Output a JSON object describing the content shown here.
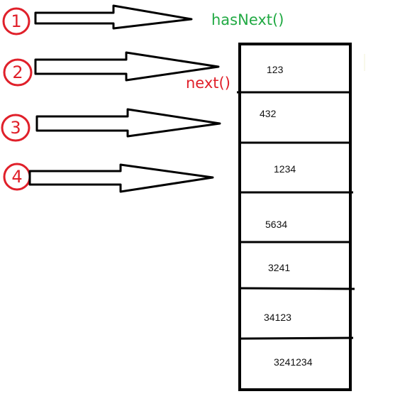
{
  "colors": {
    "circle": "#e0202a",
    "has_next": "#22aa44",
    "next": "#e0202a",
    "stroke": "#000000"
  },
  "steps": [
    {
      "number": "1"
    },
    {
      "number": "2"
    },
    {
      "number": "3"
    },
    {
      "number": "4"
    }
  ],
  "labels": {
    "has_next": "hasNext()",
    "next": "next()"
  },
  "cells": [
    {
      "value": "123"
    },
    {
      "value": "432"
    },
    {
      "value": "1234"
    },
    {
      "value": "5634"
    },
    {
      "value": "3241"
    },
    {
      "value": "34123"
    },
    {
      "value": "3241234"
    }
  ]
}
